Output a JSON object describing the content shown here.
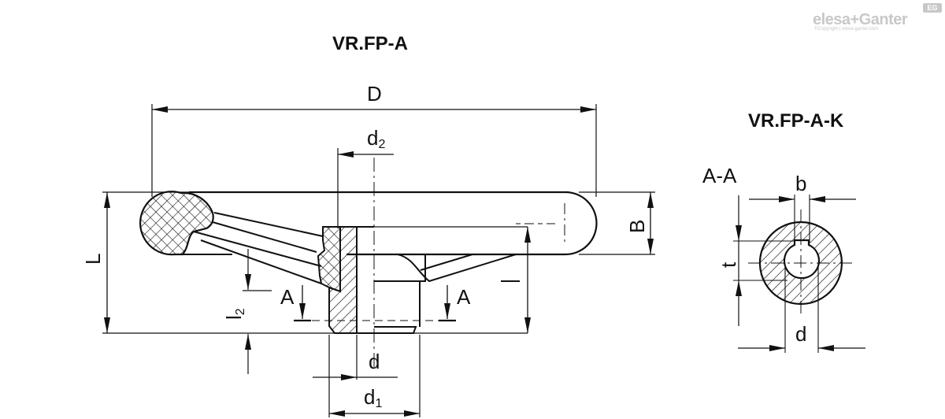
{
  "brand": {
    "name": "elesa+Ganter",
    "copyright": "©Copyright | elesa-ganter.com",
    "badge": "EG"
  },
  "titles": {
    "main_view": "VR.FP-A",
    "section_view": "VR.FP-A-K"
  },
  "main_view": {
    "dimensions": {
      "D": "D",
      "d2_base": "d",
      "d2_sub": "2",
      "L": "L",
      "B": "B",
      "l": "l",
      "l2_base": "l",
      "l2_sub": "2",
      "d": "d",
      "d1_base": "d",
      "d1_sub": "1"
    },
    "section_markers": {
      "left": "A",
      "right": "A"
    }
  },
  "section_view": {
    "label": "A-A",
    "dimensions": {
      "b": "b",
      "t": "t",
      "d": "d"
    }
  }
}
